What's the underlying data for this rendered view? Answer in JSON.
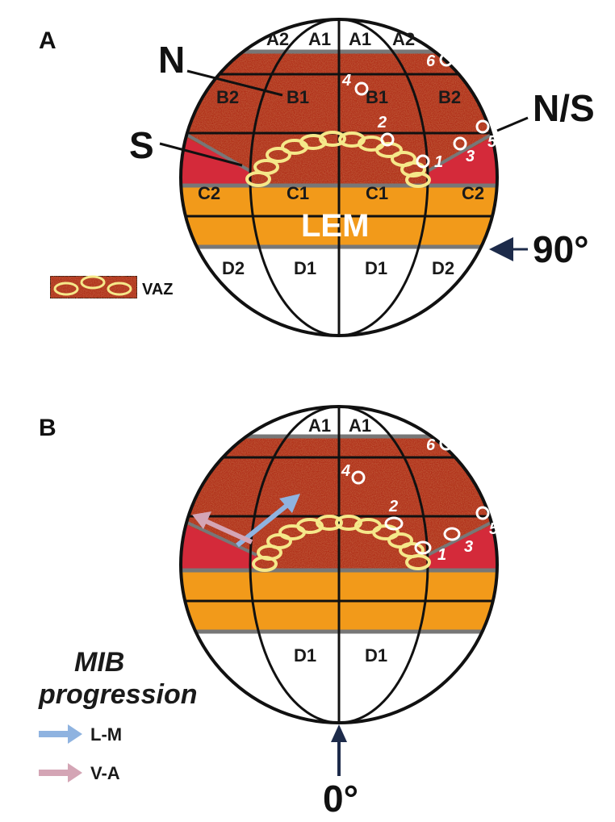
{
  "panel_a": {
    "label": "A",
    "top_zones": [
      "A2",
      "A1",
      "A1",
      "A2"
    ],
    "b_zones": [
      "B2",
      "B1",
      "B1",
      "B2"
    ],
    "c_zones": [
      "C2",
      "C1",
      "C1",
      "C2"
    ],
    "d_zones": [
      "D2",
      "D1",
      "D1",
      "D2"
    ],
    "center_label": "LEM",
    "pointer_labels": {
      "n": "N",
      "s": "S",
      "ns": "N/S"
    },
    "angle_label": "90°",
    "legend_label": "VAZ",
    "markers": [
      "1",
      "2",
      "3",
      "4",
      "5",
      "6"
    ]
  },
  "panel_b": {
    "label": "B",
    "top_zones": [
      "A1",
      "A1"
    ],
    "d_zones": [
      "D1",
      "D1"
    ],
    "angle_label": "0°",
    "markers": [
      "1",
      "2",
      "3",
      "4",
      "5",
      "6"
    ]
  },
  "legend_b": {
    "title_line1": "MIB",
    "title_line2": "progression",
    "items": [
      {
        "label": "L-M",
        "color": "#8fb3e0"
      },
      {
        "label": "V-A",
        "color": "#d4a5b5"
      }
    ]
  },
  "colors": {
    "speckle_red": "#b1331f",
    "red_band": "#d42a3a",
    "orange_band": "#f29a1a",
    "chain": "#f5e88a",
    "arrow_dark": "#1d2b4a"
  }
}
